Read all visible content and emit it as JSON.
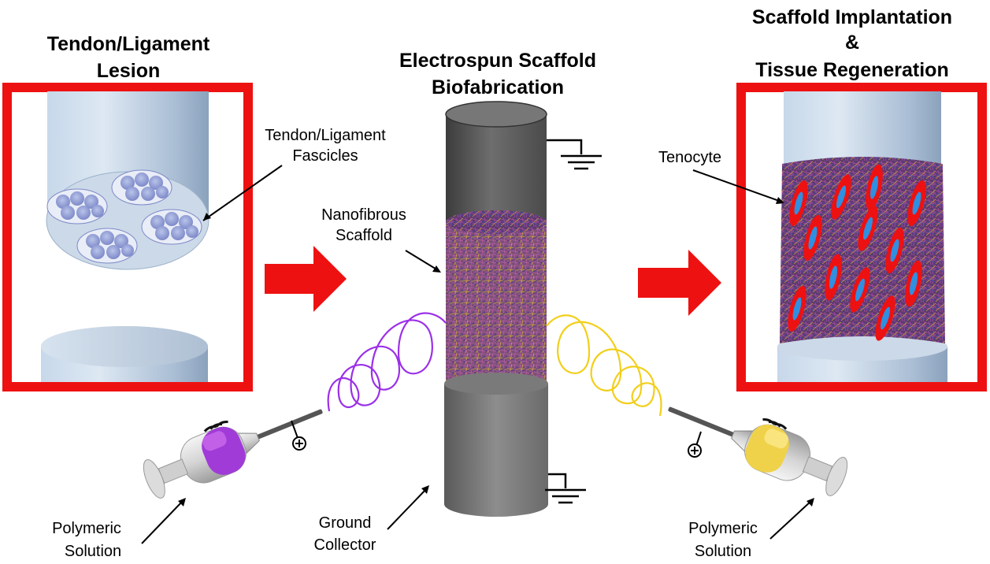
{
  "titles": {
    "lesion": [
      "Tendon/Ligament",
      "Lesion"
    ],
    "biofabrication": [
      "Electrospun Scaffold",
      "Biofabrication"
    ],
    "implantation": [
      "Scaffold Implantation",
      "&",
      "Tissue Regeneration"
    ]
  },
  "labels": {
    "fascicles": [
      "Tendon/Ligament",
      "Fascicles"
    ],
    "nanofibrous": [
      "Nanofibrous",
      "Scaffold"
    ],
    "tenocyte": "Tenocyte",
    "ground": [
      "Ground",
      "Collector"
    ],
    "solution_left": [
      "Polymeric",
      "Solution"
    ],
    "solution_right": [
      "Polymeric",
      "Solution"
    ]
  },
  "colors": {
    "frame": "#ee1111",
    "arrow": "#ee1111",
    "tendon_light": "#dde8f3",
    "tendon_mid": "#b4c8de",
    "tendon_dark": "#8aa2bd",
    "collector": "#5e5e5e",
    "jet_purple": "#9b30e8",
    "jet_yellow": "#f2cf1a",
    "cell_body": "#ee1111",
    "cell_nucleus": "#2f8fe0"
  },
  "icons": [
    "ground-symbol-icon",
    "positive-charge-icon",
    "syringe-icon",
    "right-arrow-icon"
  ]
}
